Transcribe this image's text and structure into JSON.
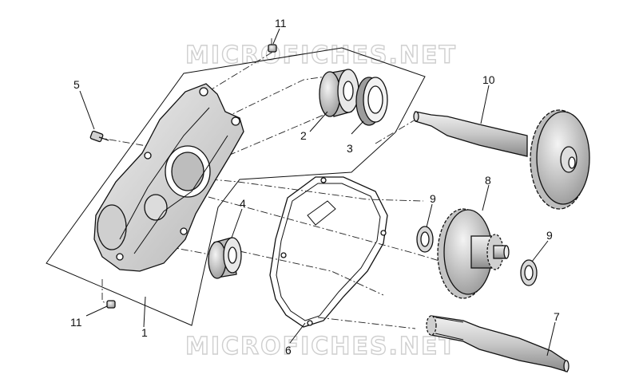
{
  "watermark": "MICROFICHES.NET",
  "labels": {
    "p1": "1",
    "p2": "2",
    "p3": "3",
    "p4": "4",
    "p5": "5",
    "p6": "6",
    "p7": "7",
    "p8": "8",
    "p9a": "9",
    "p9b": "9",
    "p10": "10",
    "p11a": "11",
    "p11b": "11"
  }
}
